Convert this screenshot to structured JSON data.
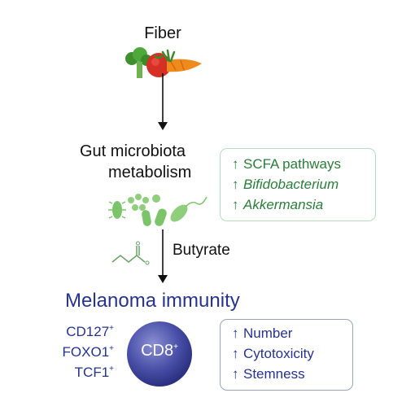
{
  "fiber": {
    "title": "Fiber"
  },
  "gut": {
    "title_line1": "Gut microbiota",
    "title_line2": "metabolism"
  },
  "microbiota_effects": {
    "arrow": "↑",
    "items": [
      "SCFA pathways",
      "Bifidobacterium",
      "Akkermansia"
    ]
  },
  "butyrate": {
    "label": "Butyrate"
  },
  "immunity": {
    "title": "Melanoma immunity"
  },
  "markers": {
    "sup": "+",
    "items": [
      "CD127",
      "FOXO1",
      "TCF1"
    ]
  },
  "cd8": {
    "label": "CD8",
    "sup": "+"
  },
  "immune_effects": {
    "arrow": "↑",
    "items": [
      "Number",
      "Cytotoxicity",
      "Stemness"
    ]
  },
  "colors": {
    "green_text": "#2a7d3a",
    "green_border": "#b9dbc0",
    "navy_text": "#26338f",
    "cd8_circle": "#3a3f9a",
    "bacteria": "#7cc46a"
  }
}
